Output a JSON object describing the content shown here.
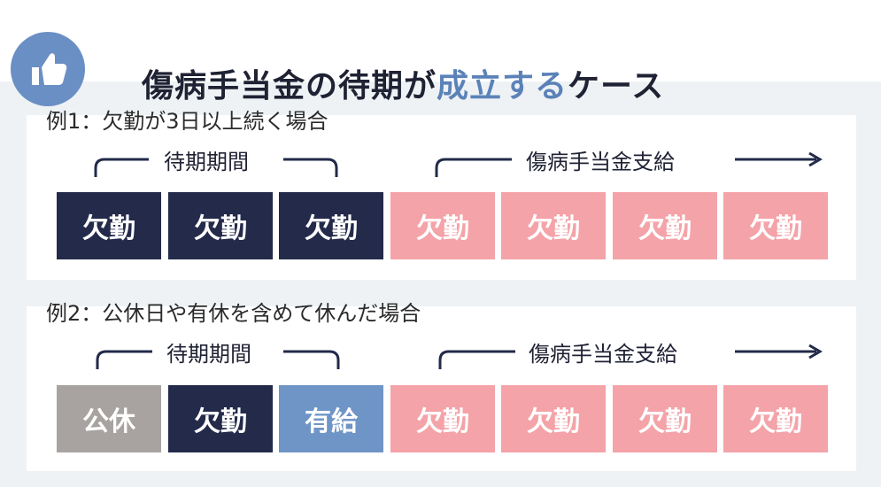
{
  "title": {
    "part1": "傷病手当金の待期が",
    "accent": "成立する",
    "part2": "ケース"
  },
  "colors": {
    "navy": "#232a4a",
    "pink": "#f4a3a8",
    "gray": "#a8a3a1",
    "blue": "#6f95c6",
    "accent": "#5b82b8"
  },
  "icon": "thumbs-up-icon",
  "example1": {
    "label": "例1：欠勤が3日以上続く場合",
    "waiting_label": "待期期間",
    "payment_label": "傷病手当金支給",
    "boxes": [
      "欠勤",
      "欠勤",
      "欠勤",
      "欠勤",
      "欠勤",
      "欠勤",
      "欠勤"
    ]
  },
  "example2": {
    "label": "例2：公休日や有休を含めて休んだ場合",
    "waiting_label": "待期期間",
    "payment_label": "傷病手当金支給",
    "boxes": [
      "公休",
      "欠勤",
      "有給",
      "欠勤",
      "欠勤",
      "欠勤",
      "欠勤"
    ]
  }
}
